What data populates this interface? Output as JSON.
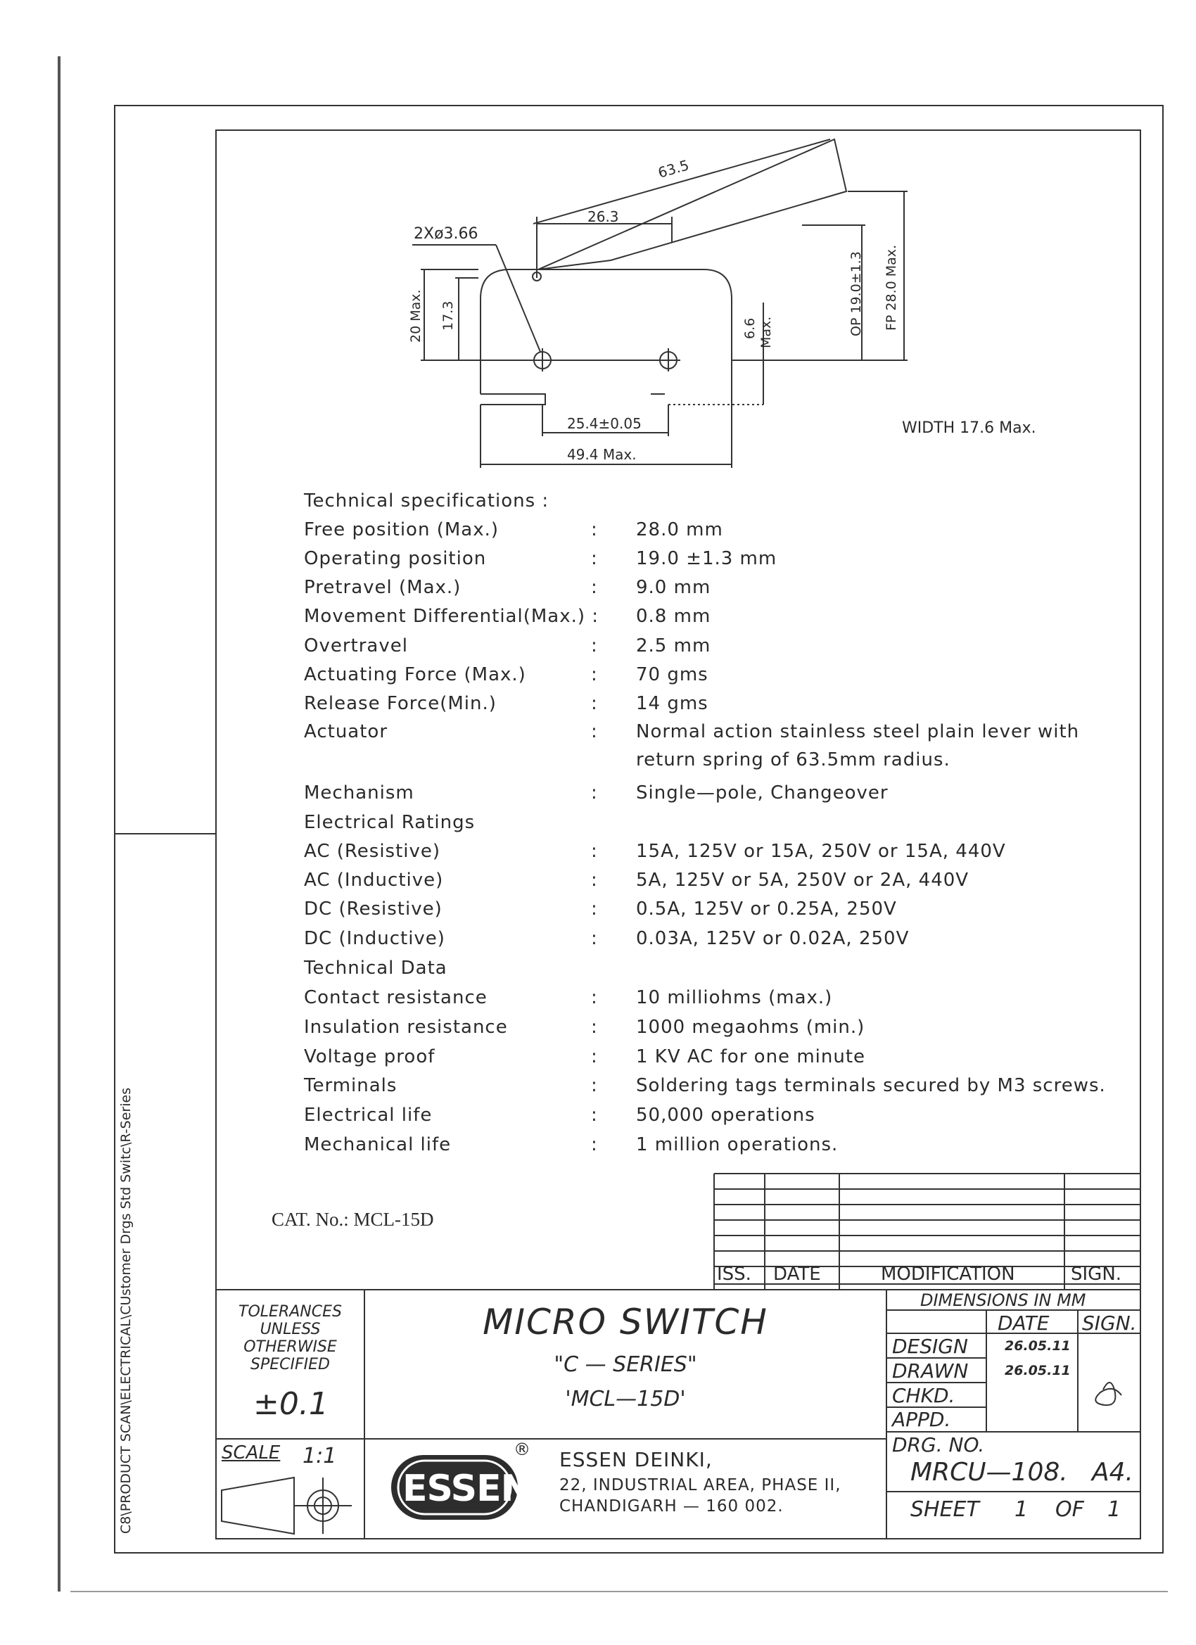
{
  "side_path": "C8\\PRODUCT SCAN\\ELECTRICAL\\CUstomer Drgs Std Switc\\R-Series",
  "dimensions": {
    "lever_length": "63.5",
    "hole_spacing_top": "26.3",
    "hole_dia": "2Xø3.66",
    "height_max": "20 Max.",
    "height": "17.3",
    "mount_offset": "6.6",
    "mount_offset_max": "Max.",
    "op": "OP 19.0±1.3",
    "fp": "FP 28.0 Max.",
    "hole_spacing_bottom": "25.4±0.05",
    "length_max": "49.4 Max.",
    "width": "WIDTH 17.6 Max."
  },
  "specs_heading": "Technical specifications :",
  "specs": [
    {
      "label": "Free position (Max.)",
      "colon": ":",
      "value": "28.0 mm"
    },
    {
      "label": "Operating position",
      "colon": ":",
      "value": "19.0 ±1.3 mm"
    },
    {
      "label": "Pretravel (Max.)",
      "colon": ":",
      "value": "9.0 mm"
    },
    {
      "label": "Movement Differential(Max.) :",
      "colon": "",
      "value": "0.8 mm"
    },
    {
      "label": "Overtravel",
      "colon": ":",
      "value": "2.5 mm"
    },
    {
      "label": "Actuating Force (Max.)",
      "colon": ":",
      "value": "70 gms"
    },
    {
      "label": "Release Force(Min.)",
      "colon": ":",
      "value": "14 gms"
    },
    {
      "label": "Actuator",
      "colon": ":",
      "value": "Normal action stainless steel plain lever with",
      "value2": "return spring of 63.5mm radius."
    },
    {
      "label": "Mechanism",
      "colon": ":",
      "value": "Single—pole, Changeover"
    },
    {
      "label": "Electrical Ratings",
      "colon": "",
      "value": ""
    },
    {
      "label": "AC (Resistive)",
      "colon": ":",
      "value": "15A, 125V or 15A, 250V or 15A, 440V"
    },
    {
      "label": "AC (Inductive)",
      "colon": ":",
      "value": "5A, 125V or 5A, 250V or 2A, 440V"
    },
    {
      "label": "DC (Resistive)",
      "colon": ":",
      "value": "0.5A, 125V or 0.25A, 250V"
    },
    {
      "label": "DC (Inductive)",
      "colon": ":",
      "value": "0.03A, 125V or 0.02A, 250V"
    },
    {
      "label": "Technical Data",
      "colon": "",
      "value": ""
    },
    {
      "label": "Contact resistance",
      "colon": ":",
      "value": "10 milliohms (max.)"
    },
    {
      "label": "Insulation resistance",
      "colon": ":",
      "value": "1000 megaohms (min.)"
    },
    {
      "label": "Voltage proof",
      "colon": ":",
      "value": "1 KV AC for one minute"
    },
    {
      "label": "Terminals",
      "colon": ":",
      "value": "Soldering tags terminals secured by M3 screws."
    },
    {
      "label": "Electrical life",
      "colon": ":",
      "value": "50,000 operations"
    },
    {
      "label": "Mechanical life",
      "colon": ":",
      "value": "1 million operations."
    }
  ],
  "cat_no": "CAT. No.: MCL-15D",
  "revision_table": {
    "iss": "ISS.",
    "date": "DATE",
    "modification": "MODIFICATION",
    "sign": "SIGN."
  },
  "title_block": {
    "tolerances": [
      "TOLERANCES",
      "UNLESS",
      "OTHERWISE",
      "SPECIFIED"
    ],
    "tolerance_value": "±0.1",
    "title": "MICRO SWITCH",
    "series": "\"C — SERIES\"",
    "model": "'MCL—15D'",
    "dimensions_in": "DIMENSIONS IN MM",
    "date_header": "DATE",
    "sign_header": "SIGN.",
    "design_label": "DESIGN",
    "design_date": "26.05.11",
    "drawn_label": "DRAWN",
    "drawn_date": "26.05.11",
    "chkd_label": "CHKD.",
    "appd_label": "APPD.",
    "scale_label": "SCALE",
    "scale_value": "1:1",
    "logo_text": "ESSEN",
    "registered": "®",
    "company_name": "ESSEN DEINKI,",
    "address1": "22, INDUSTRIAL AREA, PHASE II,",
    "address2": "CHANDIGARH — 160 002.",
    "drg_no_label": "DRG. NO.",
    "drg_no": "MRCU—108.",
    "paper_size": "A4.",
    "sheet_label": "SHEET",
    "sheet_no": "1",
    "of_label": "OF",
    "sheet_total": "1"
  }
}
